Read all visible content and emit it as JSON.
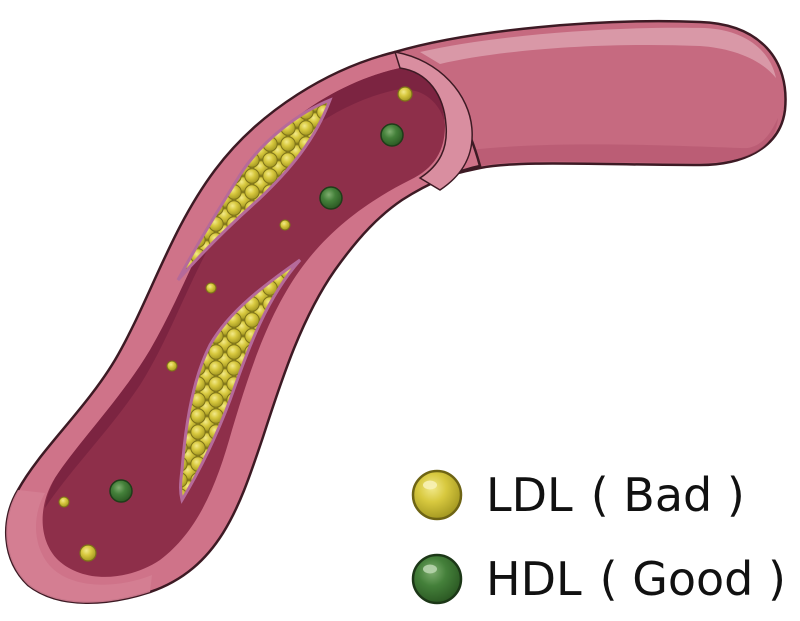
{
  "illustration": {
    "subject": "artery-cross-section-with-cholesterol-plaque",
    "colors": {
      "vessel_outer": "#c66a80",
      "vessel_outer_light": "#d68c9d",
      "vessel_wall_cut": "#cf7389",
      "vessel_lumen": "#8e2f4a",
      "vessel_lumen_dark": "#7a2440",
      "plaque_membrane": "#b56a9a",
      "outline": "#3d1a24",
      "ldl": "#d4c43a",
      "ldl_highlight": "#eee27a",
      "ldl_edge": "#8a7e1a",
      "hdl": "#3f7a33",
      "hdl_highlight": "#8fbf80",
      "hdl_edge": "#1f3d19"
    }
  },
  "legend": {
    "items": [
      {
        "name": "LDL",
        "qualifier": "Bad",
        "icon": "yellow-sphere-icon",
        "color": "#d4c43a"
      },
      {
        "name": "HDL",
        "qualifier": "Good",
        "icon": "green-sphere-icon",
        "color": "#3f7a33"
      }
    ],
    "open_paren": "(",
    "close_paren": ")"
  }
}
